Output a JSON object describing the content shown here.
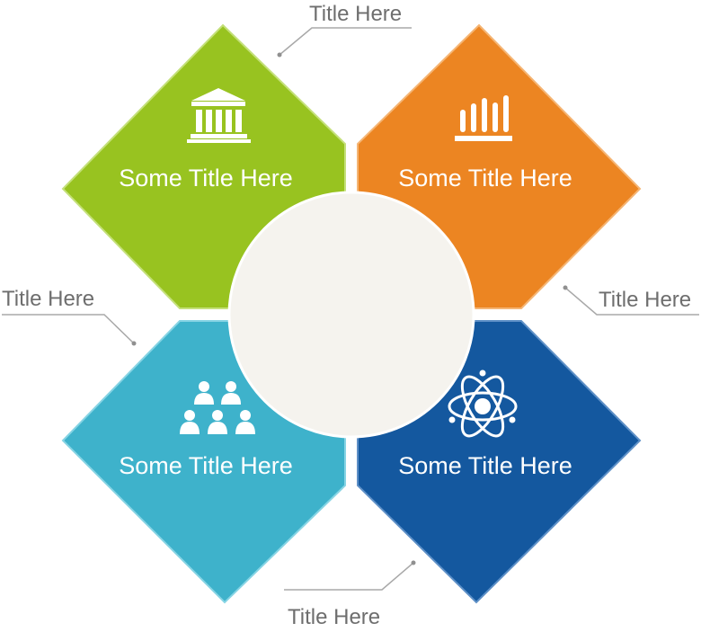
{
  "colors": {
    "green": "#98c320",
    "orange": "#ec8522",
    "light_blue": "#3eb2cb",
    "dark_blue": "#14589f",
    "center": "#f5f3ee",
    "callout_line": "#a8a8a8",
    "callout_text": "#6e6e6e"
  },
  "quadrants": [
    {
      "label": "Some Title Here",
      "icon": "bank-icon"
    },
    {
      "label": "Some Title Here",
      "icon": "bar-chart-icon"
    },
    {
      "label": "Some Title Here",
      "icon": "people-group-icon"
    },
    {
      "label": "Some Title Here",
      "icon": "atom-icon"
    }
  ],
  "callouts": [
    {
      "text": "Title Here"
    },
    {
      "text": "Title Here"
    },
    {
      "text": "Title Here"
    },
    {
      "text": "Title Here"
    }
  ]
}
